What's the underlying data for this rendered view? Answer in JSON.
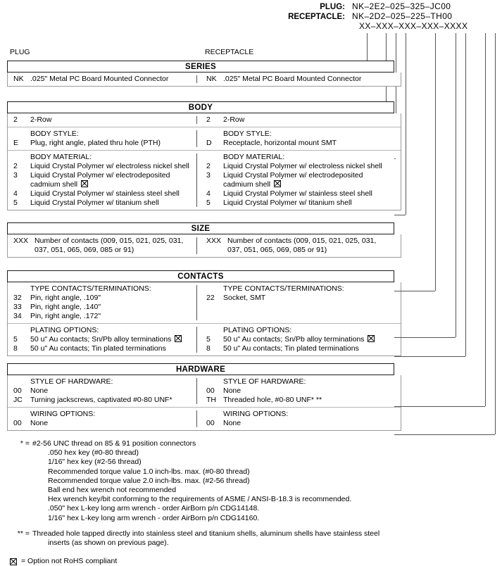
{
  "part_number": {
    "rows": [
      {
        "label": "PLUG:",
        "value": "NK–2E2–025–325–JC00"
      },
      {
        "label": "RECEPTACLE:",
        "value": "NK–2D2–025–225–TH00"
      }
    ],
    "mask": "XX–XXX–XXX–XXX–XXXX"
  },
  "columns": {
    "left": "PLUG",
    "right": "RECEPTACLE"
  },
  "rohs_legend": "= Option not RoHS compliant",
  "sections": [
    {
      "id": "series",
      "title": "SERIES",
      "groups": [
        {
          "left": {
            "rows": [
              {
                "code": "NK",
                "text": ".025\" Metal PC Board Mounted Connector"
              }
            ]
          },
          "right": {
            "rows": [
              {
                "code": "NK",
                "text": ".025\" Metal PC Board Mounted Connector"
              }
            ]
          }
        }
      ]
    },
    {
      "id": "body",
      "title": "BODY",
      "groups": [
        {
          "left": {
            "rows": [
              {
                "code": "2",
                "text": "2-Row"
              }
            ]
          },
          "right": {
            "rows": [
              {
                "code": "2",
                "text": "2-Row"
              }
            ]
          }
        },
        {
          "left": {
            "header": "BODY STYLE:",
            "rows": [
              {
                "code": "E",
                "text": "Plug, right angle, plated thru hole (PTH)"
              }
            ]
          },
          "right": {
            "header": "BODY STYLE:",
            "rows": [
              {
                "code": "D",
                "text": "Receptacle, horizontal mount SMT"
              }
            ]
          }
        },
        {
          "left": {
            "header": "BODY MATERIAL:",
            "rows": [
              {
                "code": "2",
                "text": "Liquid Crystal Polymer w/ electroless nickel shell"
              },
              {
                "code": "3",
                "text": "Liquid Crystal Polymer w/ electrodeposited",
                "cont": "cadmium shell",
                "cont_rohs": true
              },
              {
                "code": "4",
                "text": "Liquid Crystal Polymer w/ stainless steel shell"
              },
              {
                "code": "5",
                "text": "Liquid Crystal Polymer w/ titanium shell"
              }
            ]
          },
          "right": {
            "header": "BODY MATERIAL:",
            "rows": [
              {
                "code": "2",
                "text": "Liquid Crystal Polymer w/ electroless nickel shell"
              },
              {
                "code": "3",
                "text": "Liquid Crystal Polymer w/ electrodeposited",
                "cont": "cadmium shell",
                "cont_rohs": true
              },
              {
                "code": "4",
                "text": "Liquid Crystal Polymer w/ stainless steel shell"
              },
              {
                "code": "5",
                "text": "Liquid Crystal Polymer w/ titanium shell"
              }
            ]
          }
        }
      ]
    },
    {
      "id": "size",
      "title": "SIZE",
      "groups": [
        {
          "left": {
            "wide": true,
            "rows": [
              {
                "code": "XXX",
                "text": "Number of contacts (009, 015, 021, 025, 031,",
                "cont": "037, 051, 065, 069, 085 or 91)"
              }
            ]
          },
          "right": {
            "wide": true,
            "rows": [
              {
                "code": "XXX",
                "text": "Number of contacts (009, 015, 021, 025, 031,",
                "cont": "037, 051, 065, 069, 085 or 91)"
              }
            ]
          }
        }
      ]
    },
    {
      "id": "contacts",
      "title": "CONTACTS",
      "groups": [
        {
          "left": {
            "header": "TYPE CONTACTS/TERMINATIONS:",
            "rows": [
              {
                "code": "32",
                "text": "Pin, right angle, .109\""
              },
              {
                "code": "33",
                "text": "Pin, right angle, .140\""
              },
              {
                "code": "34",
                "text": "Pin, right angle, .172\""
              }
            ]
          },
          "right": {
            "header": "TYPE CONTACTS/TERMINATIONS:",
            "rows": [
              {
                "code": "22",
                "text": "Socket, SMT"
              }
            ]
          }
        },
        {
          "left": {
            "header": "PLATING OPTIONS:",
            "rows": [
              {
                "code": "5",
                "text": "50 u\" Au contacts; Sn/Pb alloy terminations",
                "rohs": true
              },
              {
                "code": "8",
                "text": "50 u\" Au contacts; Tin plated terminations"
              }
            ]
          },
          "right": {
            "header": "PLATING OPTIONS:",
            "rows": [
              {
                "code": "5",
                "text": "50 u\" Au contacts; Sn/Pb alloy terminations",
                "rohs": true
              },
              {
                "code": "8",
                "text": "50 u\" Au contacts; Tin plated terminations"
              }
            ]
          }
        }
      ]
    },
    {
      "id": "hardware",
      "title": "HARDWARE",
      "groups": [
        {
          "left": {
            "header": "STYLE OF HARDWARE:",
            "rows": [
              {
                "code": "00",
                "text": "None"
              },
              {
                "code": "JC",
                "text": "Turning jackscrews, captivated #0-80 UNF*"
              }
            ]
          },
          "right": {
            "header": "STYLE OF HARDWARE:",
            "rows": [
              {
                "code": "00",
                "text": "None"
              },
              {
                "code": "TH",
                "text": "Threaded hole, #0-80 UNF*  **"
              }
            ]
          }
        },
        {
          "left": {
            "header": "WIRING OPTIONS:",
            "rows": [
              {
                "code": "00",
                "text": "None"
              }
            ]
          },
          "right": {
            "header": "WIRING OPTIONS:",
            "rows": [
              {
                "code": "00",
                "text": "None"
              }
            ]
          }
        }
      ]
    }
  ],
  "notes": [
    {
      "mark": "* =",
      "text": "#2-56 UNC thread on 85 & 91 position connectors",
      "indent": false
    },
    {
      "mark": "",
      "text": ".050 hex key (#0-80 thread)",
      "indent": true
    },
    {
      "mark": "",
      "text": "1/16\" hex key (#2-56 thread)",
      "indent": true
    },
    {
      "mark": "",
      "text": "Recommended torque value 1.0 inch-lbs. max. (#0-80 thread)",
      "indent": true
    },
    {
      "mark": "",
      "text": "Recommended torque value 2.0 inch-lbs. max. (#2-56 thread)",
      "indent": true
    },
    {
      "mark": "",
      "text": "Ball end hex wrench not recommended",
      "indent": true
    },
    {
      "mark": "",
      "text": "Hex wrench key/bit conforming to the requirements of ASME / ANSI-B-18.3 is recommended.",
      "indent": true
    },
    {
      "mark": "",
      "text": ".050\" hex L-key long arm wrench - order AirBorn p/n CDG14148.",
      "indent": true
    },
    {
      "mark": "",
      "text": "1/16\" hex L-key long arm wrench - order AirBorn p/n CDG14160.",
      "indent": true
    },
    {
      "mark": "** =",
      "text": "Threaded hole tapped directly into stainless steel and titanium shells, aluminum shells have stainless steel",
      "indent": false,
      "gap_above": true
    },
    {
      "mark": "",
      "text": "inserts (as shown on previous page).",
      "indent": true
    }
  ]
}
